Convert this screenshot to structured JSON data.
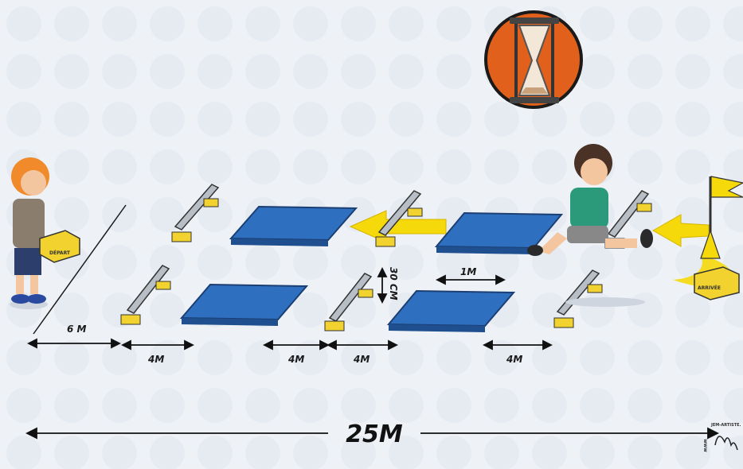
{
  "labels": {
    "start_distance": "6 M",
    "gap_1": "4M",
    "gap_2": "4M",
    "gap_3": "4M",
    "gap_4": "4M",
    "mat_width": "1M",
    "bench_height": "30 CM",
    "total_length": "25M"
  },
  "boxes": {
    "start": "DÉPART",
    "finish": "ARRIVÉE"
  },
  "signature": {
    "site": "JEM-ARTISTE.",
    "prefix": "www"
  },
  "colors": {
    "mat": "#2f6fc0",
    "bench": "#b8bec6",
    "bench_foot": "#f2d22e",
    "arrow": "#f5d90a",
    "timer_bg": "#e0601c"
  },
  "icons": {
    "timer": "hourglass-icon",
    "flag": "flag-icon"
  }
}
